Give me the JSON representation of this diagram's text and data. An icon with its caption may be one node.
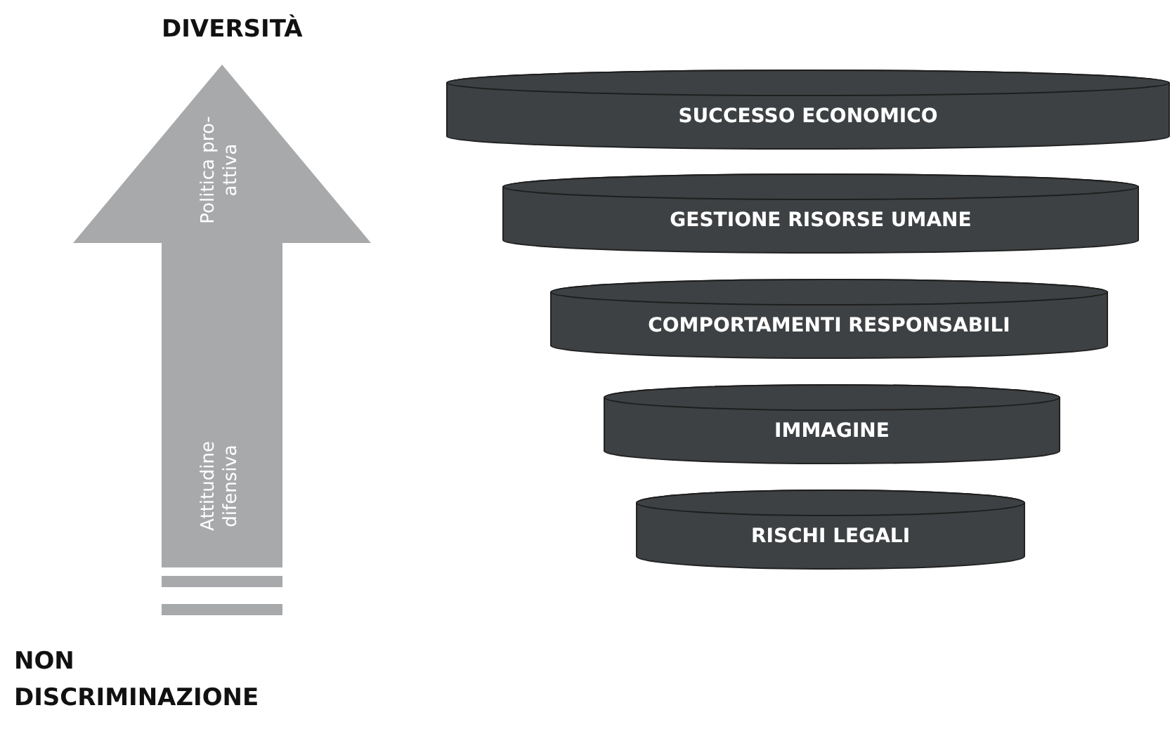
{
  "diagram": {
    "nodes": [
      {
        "text": [
          "Politica pro-attiva",
          "Attitudine difensiva"
        ]
      },
      {
        "text": [
          "SUCCESSO ECONOMICO"
        ]
      },
      {
        "text": [
          "GESTIONE RISORSE UMANE"
        ]
      },
      {
        "text": [
          "COMPORTAMENTI RESPONSABILI"
        ]
      },
      {
        "text": [
          "IMMAGINE"
        ]
      },
      {
        "text": [
          "RISCHI LEGALI"
        ]
      }
    ],
    "labels": [
      "DIVERSITÀ",
      "NON DISCRIMINAZIONE"
    ]
  }
}
